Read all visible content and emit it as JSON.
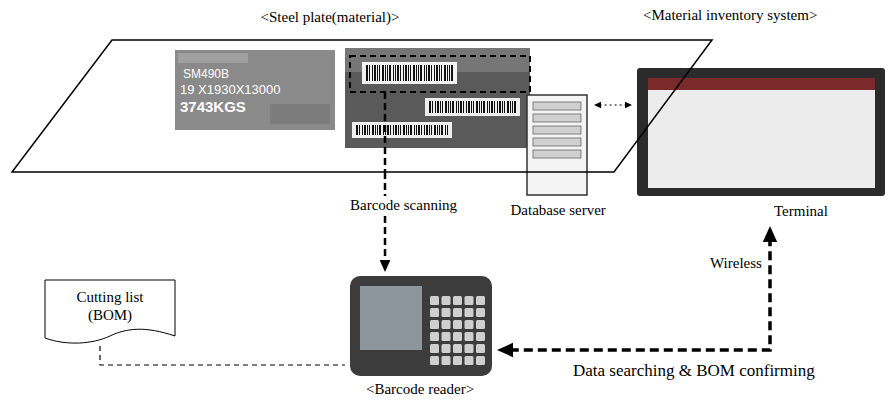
{
  "diagram": {
    "nodes": [
      {
        "text": [
          "<Steel plate(material)>"
        ]
      },
      {
        "text": [
          "Database server"
        ]
      },
      {
        "text": [
          "Terminal"
        ]
      },
      {
        "text": [
          "Cutting list (BOM)"
        ]
      },
      {
        "text": [
          "<Barcode reader>"
        ]
      }
    ],
    "edges": [
      {
        "from": 0,
        "to": 4,
        "arrow": "to",
        "label": "Barcode scanning"
      },
      {
        "from": 3,
        "to": 4,
        "arrow": "none"
      },
      {
        "from": 1,
        "to": 2,
        "arrow": "both"
      },
      {
        "from": 4,
        "to": 2,
        "arrow": "both",
        "label": "Data searching & BOM confirming"
      }
    ],
    "labels": [
      "<Material inventory system>",
      "SM490B",
      "19 X1930X13000",
      "3743KGS",
      "Wireless"
    ]
  }
}
